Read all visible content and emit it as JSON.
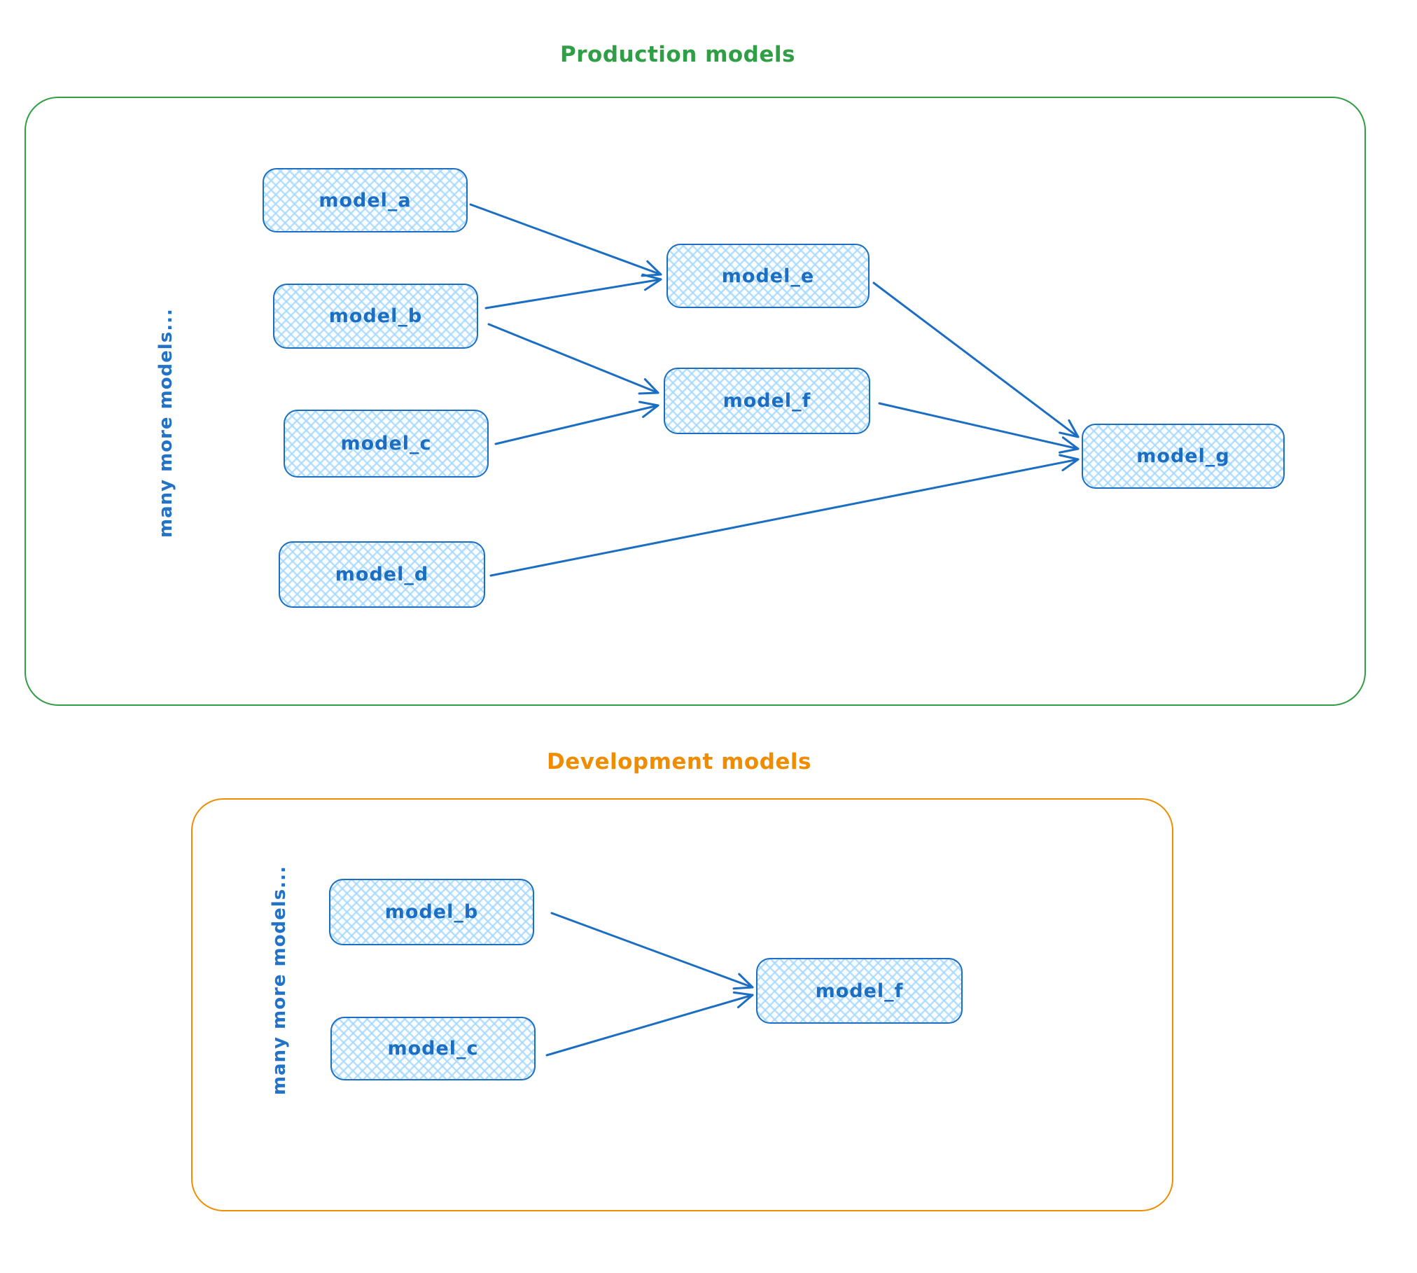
{
  "diagram": {
    "background_color": "#ffffff",
    "node_style": {
      "stroke_color": "#1b6ec2",
      "hatch_fill_color": "#a5d8ff",
      "label_color": "#1b6ec2",
      "fill_pattern": "cross-hatch"
    },
    "sections": {
      "production": {
        "title": "Production models",
        "accent_color": "#2f9e44",
        "side_label": "many more models...",
        "nodes": {
          "a": {
            "label": "model_a"
          },
          "b": {
            "label": "model_b"
          },
          "c": {
            "label": "model_c"
          },
          "d": {
            "label": "model_d"
          },
          "e": {
            "label": "model_e"
          },
          "f": {
            "label": "model_f"
          },
          "g": {
            "label": "model_g"
          }
        },
        "edges": [
          {
            "from": "model_a",
            "to": "model_e"
          },
          {
            "from": "model_b",
            "to": "model_e"
          },
          {
            "from": "model_b",
            "to": "model_f"
          },
          {
            "from": "model_c",
            "to": "model_f"
          },
          {
            "from": "model_e",
            "to": "model_g"
          },
          {
            "from": "model_f",
            "to": "model_g"
          },
          {
            "from": "model_d",
            "to": "model_g"
          }
        ]
      },
      "development": {
        "title": "Development models",
        "accent_color": "#f08c00",
        "side_label": "many more models...",
        "nodes": {
          "b": {
            "label": "model_b"
          },
          "c": {
            "label": "model_c"
          },
          "f": {
            "label": "model_f"
          }
        },
        "edges": [
          {
            "from": "model_b",
            "to": "model_f"
          },
          {
            "from": "model_c",
            "to": "model_f"
          }
        ]
      }
    }
  }
}
